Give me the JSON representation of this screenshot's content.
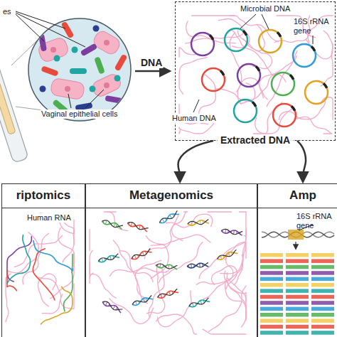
{
  "diagram": {
    "nodes": [
      {
        "text": [
          "Extracted DNA"
        ]
      },
      {
        "text": [
          "riptomics"
        ]
      },
      {
        "text": [
          "Metagenomics"
        ]
      },
      {
        "text": [
          "Amp"
        ]
      }
    ],
    "edges": [
      {
        "from": 0,
        "to": 2,
        "arrow": "to"
      },
      {
        "from": 0,
        "to": 3,
        "arrow": "to"
      }
    ],
    "labels": [
      "es",
      "Vaginal epithelial cells",
      "DNA",
      "Microbial DNA",
      "16S rRNA gene",
      "Human DNA",
      "Human RNA",
      "16S rRNA gene"
    ]
  }
}
